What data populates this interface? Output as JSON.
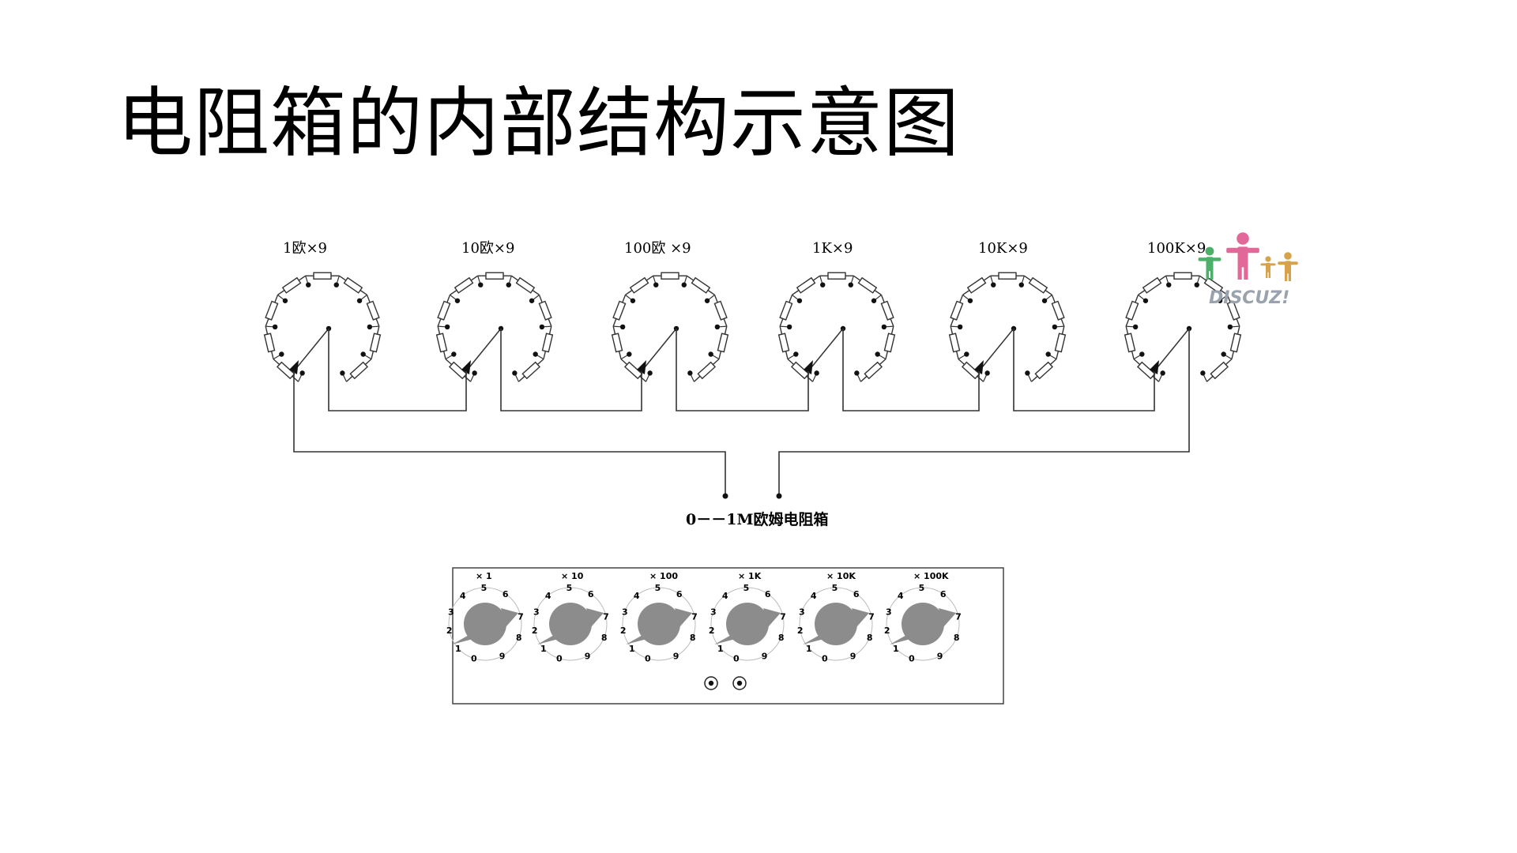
{
  "title": "电阻箱的内部结构示意图",
  "circuit": {
    "decade_labels": [
      "1欧×9",
      "10欧×9",
      "100欧 ×9",
      "1K×9",
      "10K×9",
      "100K×9"
    ],
    "caption": "0－－1M欧姆电阻箱"
  },
  "panel": {
    "multipliers": [
      "× 1",
      "× 10",
      "× 100",
      "× 1K",
      "× 10K",
      "× 100K"
    ],
    "dial_numbers": [
      "0",
      "1",
      "2",
      "3",
      "4",
      "5",
      "6",
      "7",
      "8",
      "9"
    ]
  },
  "watermark": {
    "text": "DISCUZ!",
    "colors": [
      "#4cb06a",
      "#e2689a",
      "#d6a24a",
      "#9aa3ad"
    ]
  }
}
